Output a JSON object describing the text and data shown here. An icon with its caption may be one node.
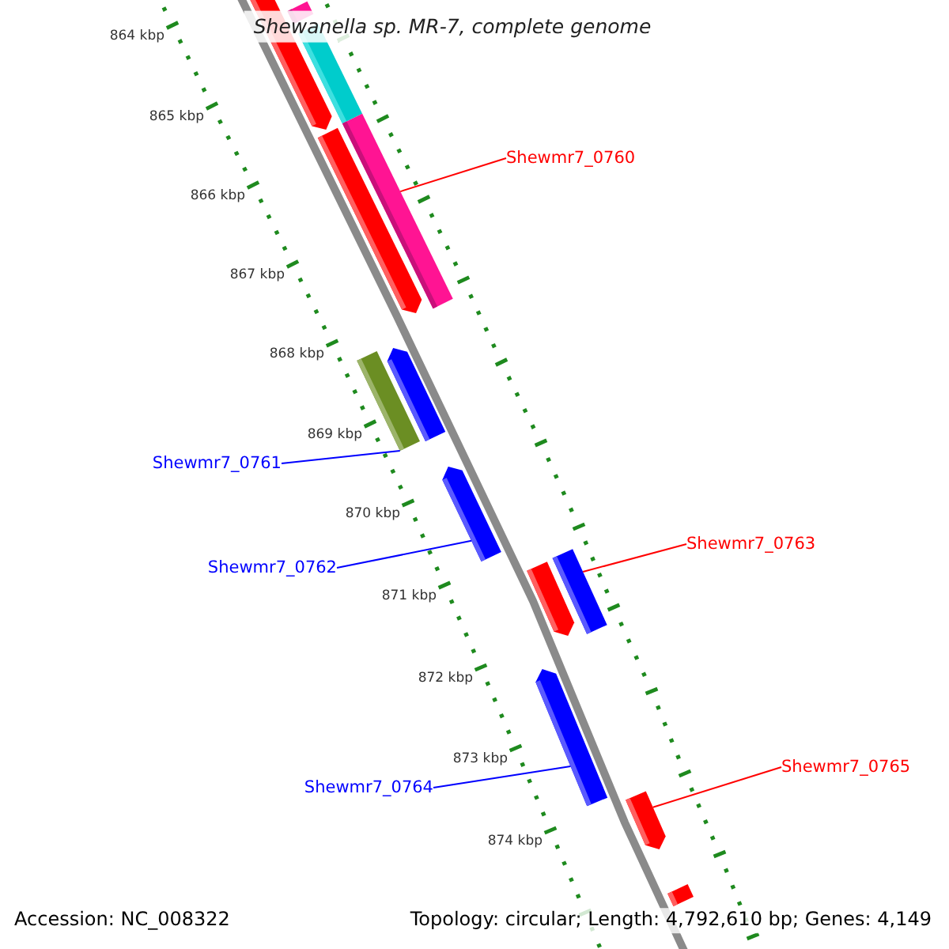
{
  "diagram": {
    "title": "Shewanella sp. MR-7, complete genome",
    "nodes": [
      {
        "text": [],
        "shape": "bar"
      },
      {
        "text": [],
        "shape": "bar"
      },
      {
        "text": [],
        "shape": "bar"
      },
      {
        "text": [],
        "shape": "bar"
      },
      {
        "text": [
          "Shewmr7_0760"
        ]
      },
      {
        "text": [],
        "shape": "bar"
      },
      {
        "text": [],
        "shape": "bar"
      },
      {
        "text": [],
        "shape": "bar"
      },
      {
        "text": [
          "Shewmr7_0761"
        ]
      },
      {
        "text": [],
        "shape": "bar"
      },
      {
        "text": [
          "Shewmr7_0762"
        ]
      },
      {
        "text": [
          "Shewmr7_0763"
        ]
      },
      {
        "text": [],
        "shape": "bar"
      },
      {
        "text": [],
        "shape": "bar"
      },
      {
        "text": [],
        "shape": "bar"
      },
      {
        "text": [
          "Shewmr7_0764"
        ]
      },
      {
        "text": [
          "Shewmr7_0765"
        ]
      },
      {
        "text": [],
        "shape": "bar"
      },
      {
        "text": [],
        "shape": "bar"
      }
    ],
    "edges": [
      {
        "from": 4,
        "to": 3,
        "arrow": "none"
      },
      {
        "from": 8,
        "to": 6,
        "arrow": "none",
        "color": "#0000ff"
      },
      {
        "from": 10,
        "to": 9,
        "arrow": "none",
        "color": "#0000ff"
      },
      {
        "from": 11,
        "to": 13,
        "arrow": "none"
      },
      {
        "from": 15,
        "to": 14,
        "arrow": "none",
        "color": "#0000ff"
      },
      {
        "from": 16,
        "to": 17,
        "arrow": "none"
      }
    ],
    "labels": [
      "864 kbp",
      "865 kbp",
      "866 kbp",
      "867 kbp",
      "868 kbp",
      "869 kbp",
      "870 kbp",
      "871 kbp",
      "872 kbp",
      "873 kbp",
      "874 kbp",
      "Accession: NC_008322",
      "Topology: circular; Length: 4,792,610 bp; Genes: 4,149"
    ]
  }
}
